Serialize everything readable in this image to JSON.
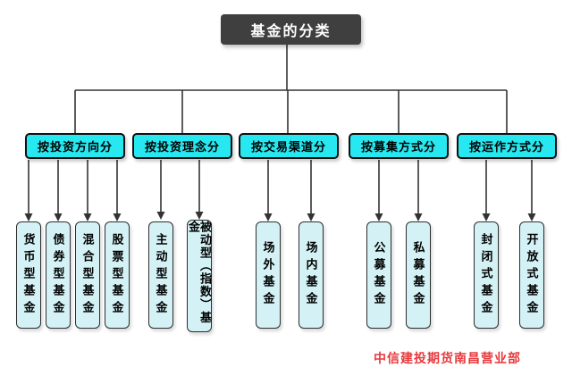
{
  "tree": {
    "root": "基金的分类",
    "branches": [
      {
        "label": "按投资方向分",
        "children": [
          "货币型基金",
          "债券型基金",
          "混合型基金",
          "股票型基金"
        ]
      },
      {
        "label": "按投资理念分",
        "children": [
          "主动型基金",
          "被动型（指数）基金"
        ]
      },
      {
        "label": "按交易渠道分",
        "children": [
          "场外基金",
          "场内基金"
        ]
      },
      {
        "label": "按募集方式分",
        "children": [
          "公募基金",
          "私募基金"
        ]
      },
      {
        "label": "按运作方式分",
        "children": [
          "封闭式基金",
          "开放式基金"
        ]
      }
    ]
  },
  "footer": {
    "label": "中信建投期货南昌营业部"
  },
  "colors": {
    "title_bg": "#3f3f3f",
    "category_fill": "#27e8f0",
    "leaf_fill": "#d4f2f6",
    "line": "#333333",
    "footer_text": "#e6393d"
  }
}
